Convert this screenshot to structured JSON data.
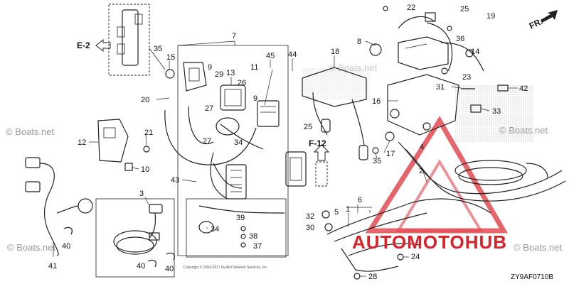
{
  "callouts": [
    {
      "text": "22"
    },
    {
      "text": "25"
    },
    {
      "text": "19"
    },
    {
      "text": "36"
    },
    {
      "text": "FR."
    },
    {
      "text": "E-2"
    },
    {
      "text": "35"
    },
    {
      "text": "15"
    },
    {
      "text": "7"
    },
    {
      "text": "8"
    },
    {
      "text": "18"
    },
    {
      "text": "14"
    },
    {
      "text": "44"
    },
    {
      "text": "45"
    },
    {
      "text": "13"
    },
    {
      "text": "9"
    },
    {
      "text": "29"
    },
    {
      "text": "11"
    },
    {
      "text": "26"
    },
    {
      "text": "9"
    },
    {
      "text": "23"
    },
    {
      "text": "31"
    },
    {
      "text": "42"
    },
    {
      "text": "16"
    },
    {
      "text": "20"
    },
    {
      "text": "27"
    },
    {
      "text": "33"
    },
    {
      "text": "25"
    },
    {
      "text": "12"
    },
    {
      "text": "21"
    },
    {
      "text": "27"
    },
    {
      "text": "34"
    },
    {
      "text": "17"
    },
    {
      "text": "35"
    },
    {
      "text": "4"
    },
    {
      "text": "F-12"
    },
    {
      "text": "10"
    },
    {
      "text": "43"
    },
    {
      "text": "2"
    },
    {
      "text": "3"
    },
    {
      "text": "6"
    },
    {
      "text": "39"
    },
    {
      "text": "34"
    },
    {
      "text": "38"
    },
    {
      "text": "37"
    },
    {
      "text": "32"
    },
    {
      "text": "5"
    },
    {
      "text": "1"
    },
    {
      "text": "30"
    },
    {
      "text": "40"
    },
    {
      "text": "41"
    },
    {
      "text": "40"
    },
    {
      "text": "40"
    },
    {
      "text": "24"
    },
    {
      "text": "28"
    }
  ],
  "watermarks": [
    "© Boats.net",
    "© Boats.net",
    "© Boats.net",
    "© Boats.net",
    "© Boats.net"
  ],
  "brand_text": "AUTOMOTOHUB",
  "diagram_code": "ZY9AF0710B",
  "copyright_line": "Copyright © 2004-2017 by ARI Network Services, Inc.",
  "colors": {
    "brand_red": "#d9232a",
    "line": "#222222",
    "watermark": "#9a9a9a"
  }
}
